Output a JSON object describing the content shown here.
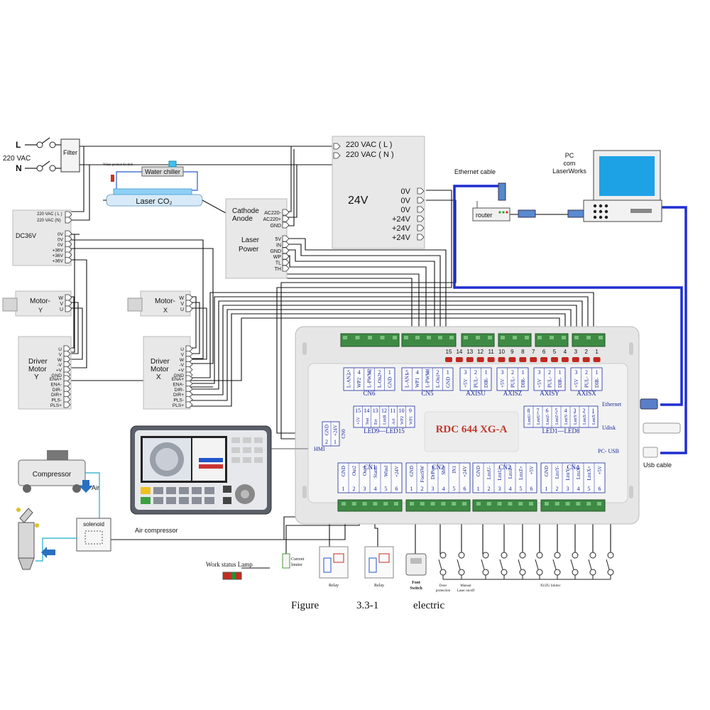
{
  "mains": {
    "l": "L",
    "n": "N",
    "voltage": "220 VAC",
    "filter": "Filter"
  },
  "psu24": {
    "title": "24V",
    "ac_in": [
      "220 VAC ( L )",
      "220 VAC ( N )"
    ],
    "outputs": [
      "0V",
      "0V",
      "0V",
      "+24V",
      "+24V",
      "+24V"
    ]
  },
  "chiller": {
    "label": "Water chiller",
    "switch_label": "Water protect Switch"
  },
  "tube": {
    "label": "Laser CO₂"
  },
  "laser_power": {
    "title_1": "Laser",
    "title_2": "Power",
    "cathode": "Cathode",
    "anode": "Anode",
    "ac_pins": [
      "AC220-",
      "AC220+",
      "GND"
    ],
    "signal_pins": [
      "5V",
      "IN",
      "GND",
      "WP",
      "TL",
      "TH"
    ]
  },
  "dc36": {
    "title": "DC36V",
    "ac_in": [
      "220 VAC ( L )",
      "220 VAC (N)"
    ],
    "outputs": [
      "0V",
      "0V",
      "0V",
      "+36V",
      "+36V",
      "+36V"
    ]
  },
  "motor_y": {
    "title_1": "Motor-",
    "title_2": "Y",
    "pins": [
      "W",
      "V",
      "U"
    ]
  },
  "motor_x": {
    "title_1": "Motor-",
    "title_2": "X",
    "pins": [
      "W",
      "V",
      "U"
    ]
  },
  "driver_y": {
    "title_1": "Driver",
    "title_2": "Motor",
    "title_3": "Y",
    "pins": [
      "U",
      "V",
      "W",
      "-V",
      "+V",
      "GND"
    ],
    "sig_pins": [
      "ENA+",
      "ENA-",
      "DIR-",
      "DIR+",
      "PLS-",
      "PLS+"
    ]
  },
  "driver_x": {
    "title_1": "Driver",
    "title_2": "Motor",
    "title_3": "X",
    "pins": [
      "U",
      "V",
      "W",
      "-V",
      "+V",
      "GND"
    ],
    "sig_pins": [
      "ENA+",
      "ENA-",
      "DIR-",
      "DIR+",
      "PLS-",
      "PLS+"
    ]
  },
  "pc": {
    "title_1": "PC",
    "title_2": "com",
    "title_3": "LaserWorks"
  },
  "network": {
    "ethernet_cable": "Ethernet cable",
    "router": "router",
    "usb_cable": "Usb cable"
  },
  "controller": {
    "model": "RDC 644 XG-A",
    "led_numbers": [
      "15",
      "14",
      "13",
      "12",
      "11",
      "10",
      "9",
      "8",
      "7",
      "6",
      "5",
      "4",
      "3",
      "2",
      "1"
    ],
    "cn6": {
      "label": "CN6",
      "nums": [
        "5",
        "4",
        "3",
        "2",
        "1"
      ],
      "pins": [
        "L-AN2",
        "WP2",
        "L-PWM2",
        "L-On2",
        "GND"
      ]
    },
    "cn5": {
      "label": "CN5",
      "nums": [
        "5",
        "4",
        "3",
        "2",
        "1"
      ],
      "pins": [
        "L-AN1",
        "WP1",
        "L-PWM1",
        "L-On1",
        "GND"
      ]
    },
    "axisu": {
      "label": "AXISU",
      "nums": [
        "3",
        "2",
        "1"
      ],
      "pins": [
        "+5V",
        "PUL-",
        "DIR-"
      ]
    },
    "axisz": {
      "label": "AXISZ",
      "nums": [
        "3",
        "2",
        "1"
      ],
      "pins": [
        "+5V",
        "PUL-",
        "DIR-"
      ]
    },
    "axisy": {
      "label": "AXISY",
      "nums": [
        "3",
        "2",
        "1"
      ],
      "pins": [
        "+5V",
        "PUL-",
        "DIR-"
      ]
    },
    "axisx": {
      "label": "AXISX",
      "nums": [
        "3",
        "2",
        "1"
      ],
      "pins": [
        "+5V",
        "PUL-",
        "DIR-"
      ]
    },
    "led_left": {
      "label": "LED9—LED15",
      "nums": [
        "15",
        "14",
        "13",
        "12",
        "11",
        "10",
        "9"
      ],
      "pins": [
        "+5V",
        "Stat",
        "Err",
        "LmtR",
        "Act",
        "WP2",
        "WP1"
      ]
    },
    "led_right": {
      "label": "LED1—LED8",
      "nums": [
        "8",
        "7",
        "6",
        "5",
        "4",
        "3",
        "2",
        "1"
      ],
      "pins": [
        "LmtU-",
        "LmtU+",
        "LmtZ-",
        "LmtZ+",
        "LmtY-",
        "LmtY+",
        "LmtX-",
        "LmtX+"
      ]
    },
    "cn0": {
      "label": "CN0",
      "nums": [
        "2",
        "1"
      ],
      "pins": [
        "GND",
        "+24V"
      ]
    },
    "hmi": "HMI",
    "ethernet": "Ethernet",
    "udisk": "Udisk",
    "pc_usb": "PC- USB",
    "cn1": {
      "label": "CN1",
      "nums": [
        "1",
        "2",
        "3",
        "4",
        "5",
        "6"
      ],
      "pins": [
        "GND",
        "Out2",
        "Out1",
        "Status",
        "Wind",
        "+24V"
      ]
    },
    "cn2": {
      "label": "CN2",
      "nums": [
        "1",
        "2",
        "3",
        "4",
        "5",
        "6"
      ],
      "pins": [
        "GND",
        "FootSW",
        "DrProt",
        "Shot",
        "IN1",
        "+24V"
      ]
    },
    "cn3": {
      "label": "CN3",
      "nums": [
        "1",
        "2",
        "3",
        "4",
        "5",
        "6"
      ],
      "pins": [
        "GND",
        "LmtU-",
        "LmtU+",
        "LmtZ-",
        "LmtZ+",
        "+5V"
      ]
    },
    "cn4": {
      "label": "CN4",
      "nums": [
        "1",
        "2",
        "3",
        "4",
        "5",
        "6"
      ],
      "pins": [
        "GND",
        "LmtY-",
        "LmtY+",
        "LmtX-",
        "LmtX+",
        "+5V"
      ]
    }
  },
  "peripherals": {
    "compressor": "Compressor",
    "air": "Air",
    "solenoid": "solenoid",
    "air_compressor": "Air compressor",
    "work_lamp": "Work status Lamp",
    "current_limiter_1": "Current",
    "current_limiter_2": "limiter",
    "relay": "Relay",
    "foot_switch_1": "Foot",
    "foot_switch_2": "Switch",
    "door_protection_1": "Door",
    "door_protection_2": "protection",
    "manual_laser_1": "Manual",
    "manual_laser_2": "Laser on/off",
    "limiter": "XUZU limiter"
  },
  "caption": {
    "figure": "Figure",
    "number": "3.3-1",
    "word": "electric"
  },
  "colors": {
    "blue_cable": "#1f2fd0",
    "board": "#e6e6e6",
    "connector": "#3e8a45",
    "header_blue": "#1a2a9c"
  }
}
